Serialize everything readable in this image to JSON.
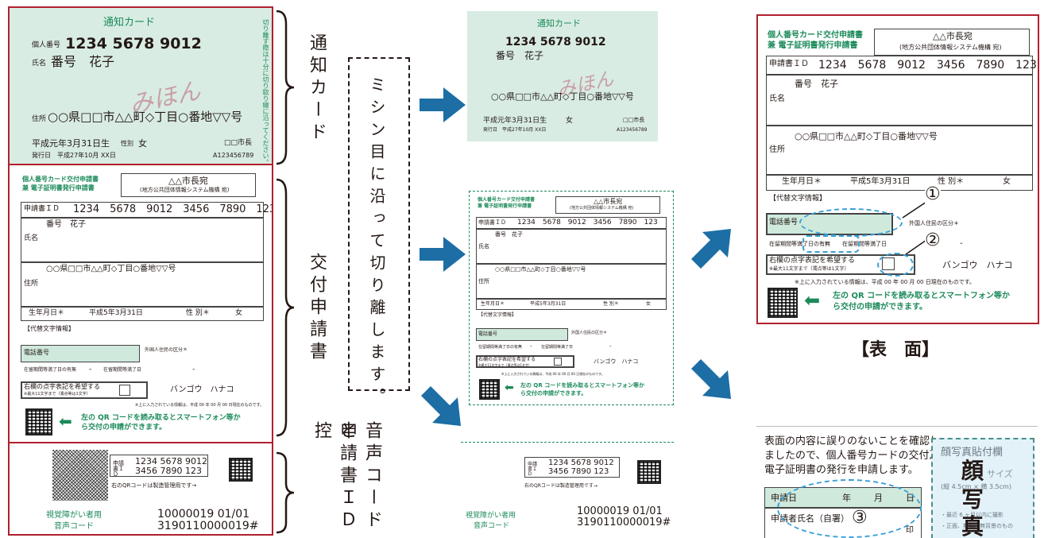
{
  "notice_card": {
    "title": "通知カード",
    "number_label": "個人番号",
    "number": "1234 5678 9012",
    "name_label": "氏名",
    "name": "番号　花子",
    "sample": "みほん",
    "address_label": "住所",
    "address": "○○県□□市△△町◇丁目○番地▽▽号",
    "birth": "平成元年3月31日生",
    "sex_label": "性別",
    "sex": "女",
    "issue": "発行日　平成27年10月 XX日",
    "mayor": "□□市長",
    "serial": "A123456789",
    "side_note": "切り離す際は十分に切り取り線に沿ってください。"
  },
  "application": {
    "header_title_1": "個人番号カード交付申請書",
    "header_title_2": "兼 電子証明書発行申請書",
    "addressee": "△△市長宛",
    "addressee_sub": "(地方公共団体情報システム機構 宛)",
    "id_label": "申請書ＩＤ",
    "id_value": "1234　5678　9012　3456　7890　123",
    "name_label": "氏名",
    "name": "番号　花子",
    "address_label": "住所",
    "address": "○○県□□市△△町◇丁目○番地▽▽号",
    "birth_label": "生年月日＊",
    "birth": "平成5年3月31日",
    "sex_label": "性 別＊",
    "sex": "女",
    "alt_chars": "【代替文字情報】",
    "phone_label": "電話番号",
    "foreign_label": "外国人住民の区分＊",
    "stay_label_1": "在留期間等満了日の有無",
    "stay_label_2": "在留期間等満了日",
    "dash": "-",
    "braille_label": "右欄の点字表記を希望する",
    "braille_sub": "※最大11文字まで（濁点等は1文字）",
    "kana": "バンゴウ　ハナコ",
    "footnote": "※上に入力されている情報は、平成 00 年 00 月 00 日現在のものです。",
    "qr_text_1": "左の QR コードを読み取るとスマートフォン等か",
    "qr_text_2": "ら交付の申請ができます。"
  },
  "voice_code": {
    "id_label": "申請書ＩＤ",
    "id_line_1": "1234 5678 9012",
    "id_line_2": "3456 7890 123",
    "qr_note": "右のQRコードは製造管理用です→",
    "code_1": "10000019 01/01",
    "code_2": "3190110000019#",
    "label_1": "視覚障がい者用",
    "label_2": "音声コード"
  },
  "labels": {
    "notice": "通知カード",
    "application": "交付申請書",
    "voice_a": "音声コードと",
    "voice_b": "申請書ＩＤ控"
  },
  "cut_note": "ミシン目に沿って切り離します。",
  "markers": {
    "one": "①",
    "two": "②",
    "three": "③"
  },
  "front_caption": "【表　面】",
  "back": {
    "text_1": "表面の内容に誤りのないことを確認し",
    "text_2": "ましたので、個人番号カードの交付及び",
    "text_3": "電子証明書の発行を申請します。",
    "date_label": "申請日",
    "year": "年",
    "month": "月",
    "day": "日",
    "signer": "申請者氏名（自署）",
    "seal": "印",
    "photo_title": "顔写真貼付欄",
    "photo_big_1": "顔",
    "photo_big_2": "写",
    "photo_big_3": "真",
    "size_text": "サイズ",
    "size_dims": "(縦 4.5cm × 横 3.5cm)",
    "note_1": "・最近 6 ヶ月以内に撮影",
    "note_2": "・正面、無帽、無背景のもの"
  },
  "colors": {
    "mint": "#d8ece3",
    "red_border": "#b0202e",
    "arrow": "#1c6ea4",
    "dash_blue": "#3aa0d8",
    "green_text": "#1b8a5a"
  }
}
